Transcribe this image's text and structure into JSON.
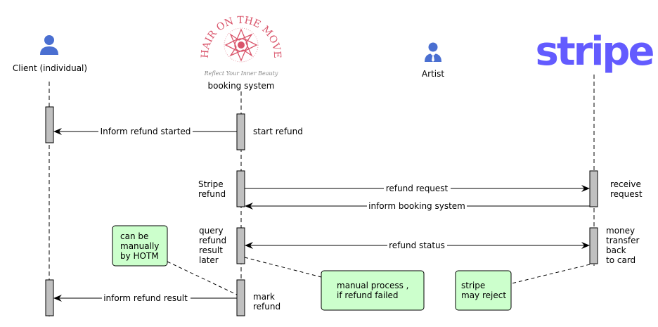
{
  "diagram": {
    "type": "sequence-diagram",
    "colors": {
      "actor_icon": "#4a6fd1",
      "activation_fill": "#c0c0c0",
      "note_fill": "#ccffcc",
      "stripe_brand": "#635bff",
      "hotm_brand": "#d9546a"
    },
    "participants": [
      {
        "id": "client",
        "label": "Client (individual)",
        "icon": "person-icon"
      },
      {
        "id": "booking",
        "label": "booking system",
        "icon": "hair-on-the-move-logo",
        "logo_text": "HAIR ON THE MOVE",
        "logo_tagline": "Reflect Your Inner Beauty"
      },
      {
        "id": "artist",
        "label": "Artist",
        "icon": "business-person-icon"
      },
      {
        "id": "stripe",
        "label": "",
        "icon": "stripe-logo",
        "logo_text": "stripe"
      }
    ],
    "activation_labels": {
      "start_refund": "start refund",
      "stripe_refund": [
        "Stripe",
        "refund"
      ],
      "receive_request": [
        "receive",
        "request"
      ],
      "query_refund": [
        "query",
        "refund",
        "result",
        "later"
      ],
      "money_transfer": [
        "money",
        "transfer",
        "back",
        "to card"
      ],
      "mark_refund": [
        "mark",
        "refund"
      ]
    },
    "messages": [
      {
        "from": "booking",
        "to": "client",
        "label": "Inform refund started"
      },
      {
        "from": "booking",
        "to": "stripe",
        "label": "refund request"
      },
      {
        "from": "stripe",
        "to": "booking",
        "label": "inform booking system"
      },
      {
        "from": "stripe",
        "to": "booking",
        "label": "refund status",
        "bidirectional": true
      },
      {
        "from": "booking",
        "to": "client",
        "label": "inform refund result"
      }
    ],
    "notes": [
      {
        "id": "hotm",
        "lines": [
          "can be",
          "manually",
          "by HOTM"
        ]
      },
      {
        "id": "manual",
        "lines": [
          "manual process ,",
          "if refund failed"
        ]
      },
      {
        "id": "reject",
        "lines": [
          "stripe",
          "may reject"
        ]
      }
    ]
  }
}
